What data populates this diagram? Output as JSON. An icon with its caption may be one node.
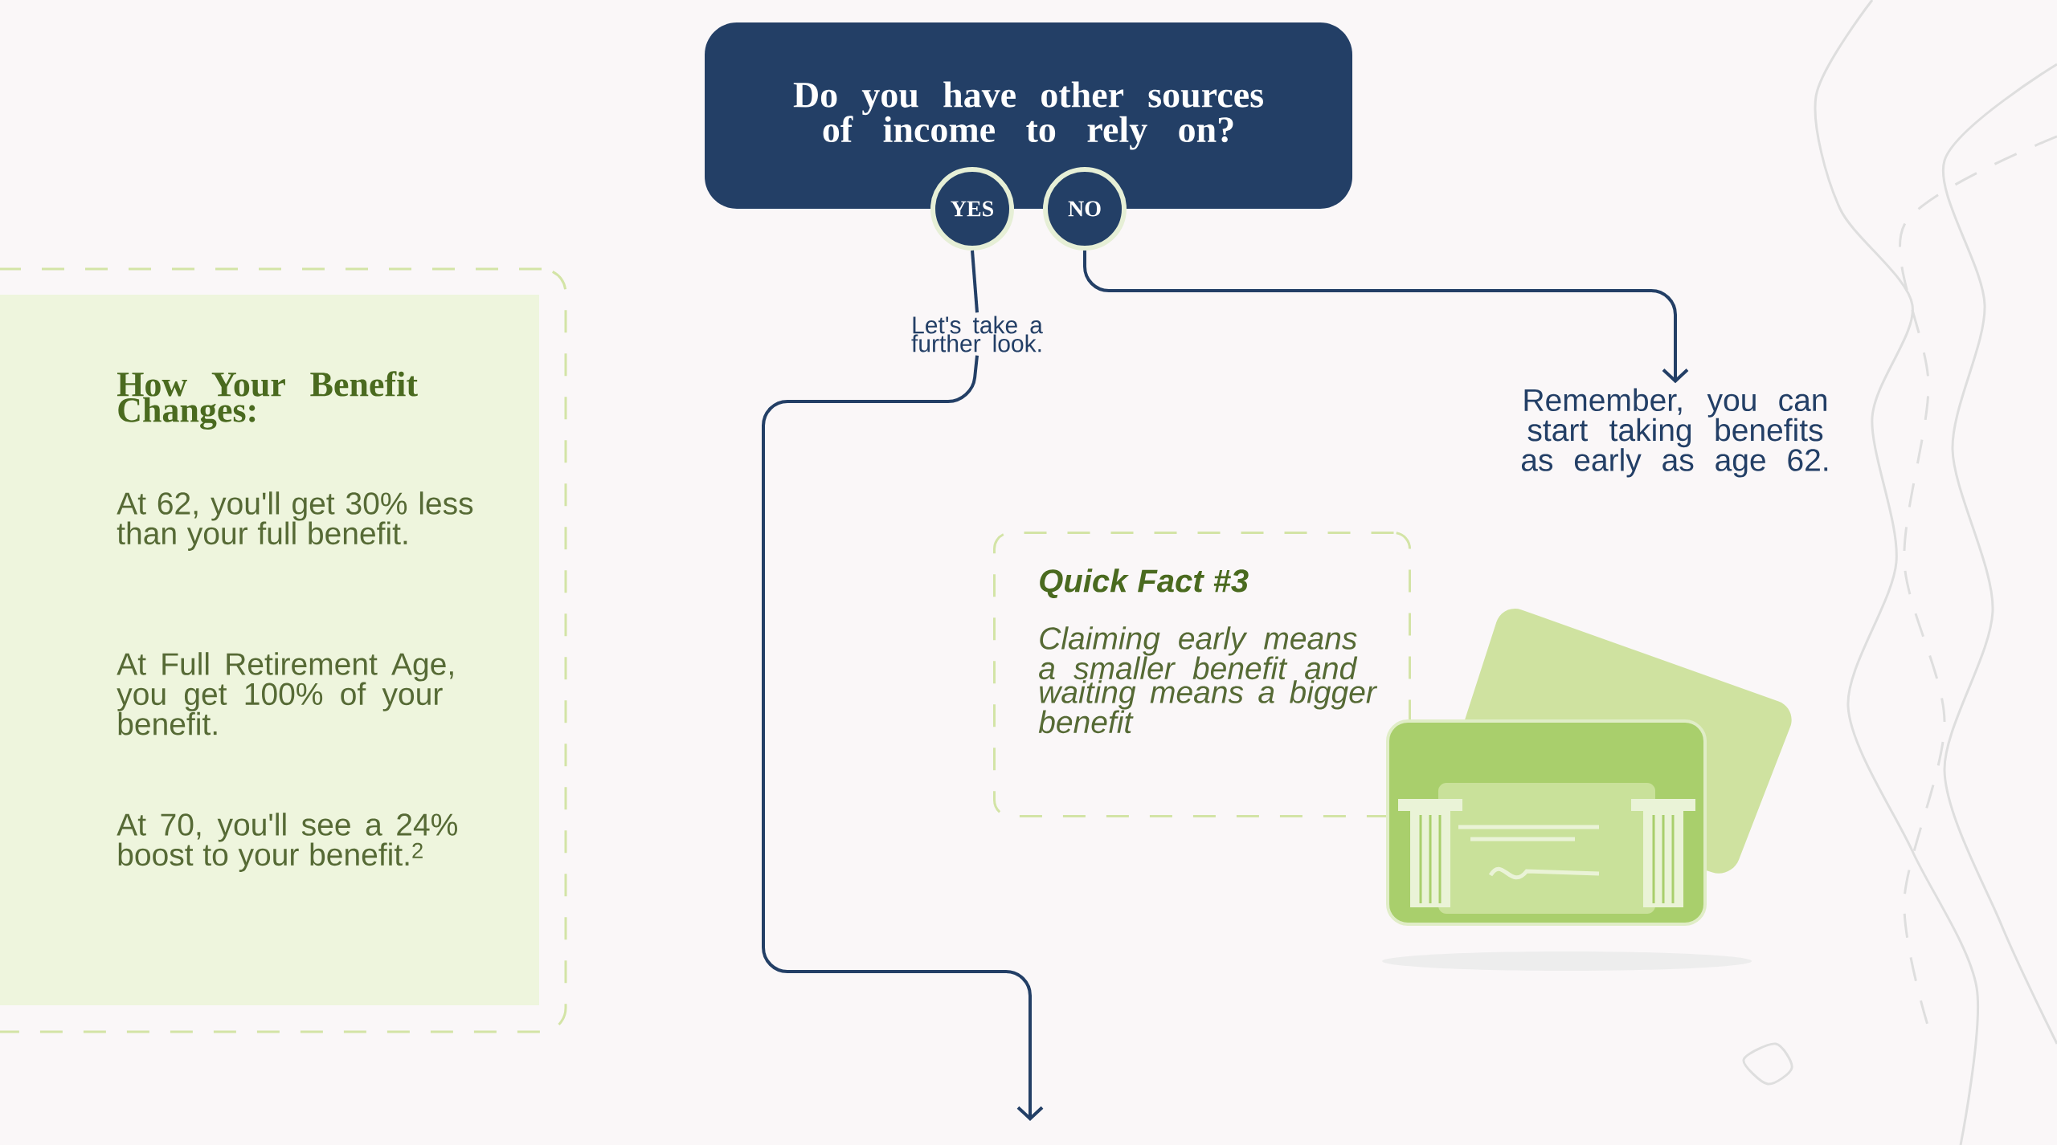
{
  "diagram": {
    "nodes": [
      {
        "text": [
          "Do you have other sources of income to rely on?"
        ]
      },
      {
        "text": [
          "YES"
        ]
      },
      {
        "text": [
          "NO"
        ]
      },
      {
        "text": [
          "Let's take a further look."
        ]
      },
      {
        "text": [
          "Remember, you can start taking benefits as early as age 62."
        ]
      },
      {
        "text": [
          "How Your Benefit Changes:",
          "At 62, you'll get 30% less than your full benefit.",
          "At Full Retirement Age, you get 100% of your benefit.",
          "At 70, you'll see a 24% boost to your benefit.$^{2}$"
        ]
      },
      {
        "text": [
          "Quick Fact #3",
          "Claiming early means a smaller benefit and waiting means a bigger benefit"
        ]
      }
    ],
    "edges": [
      {
        "from": 1,
        "to": 3,
        "arrow": "none"
      },
      {
        "from": 3,
        "to": null,
        "arrow": "to"
      },
      {
        "from": 2,
        "to": 4,
        "arrow": "to"
      }
    ]
  }
}
